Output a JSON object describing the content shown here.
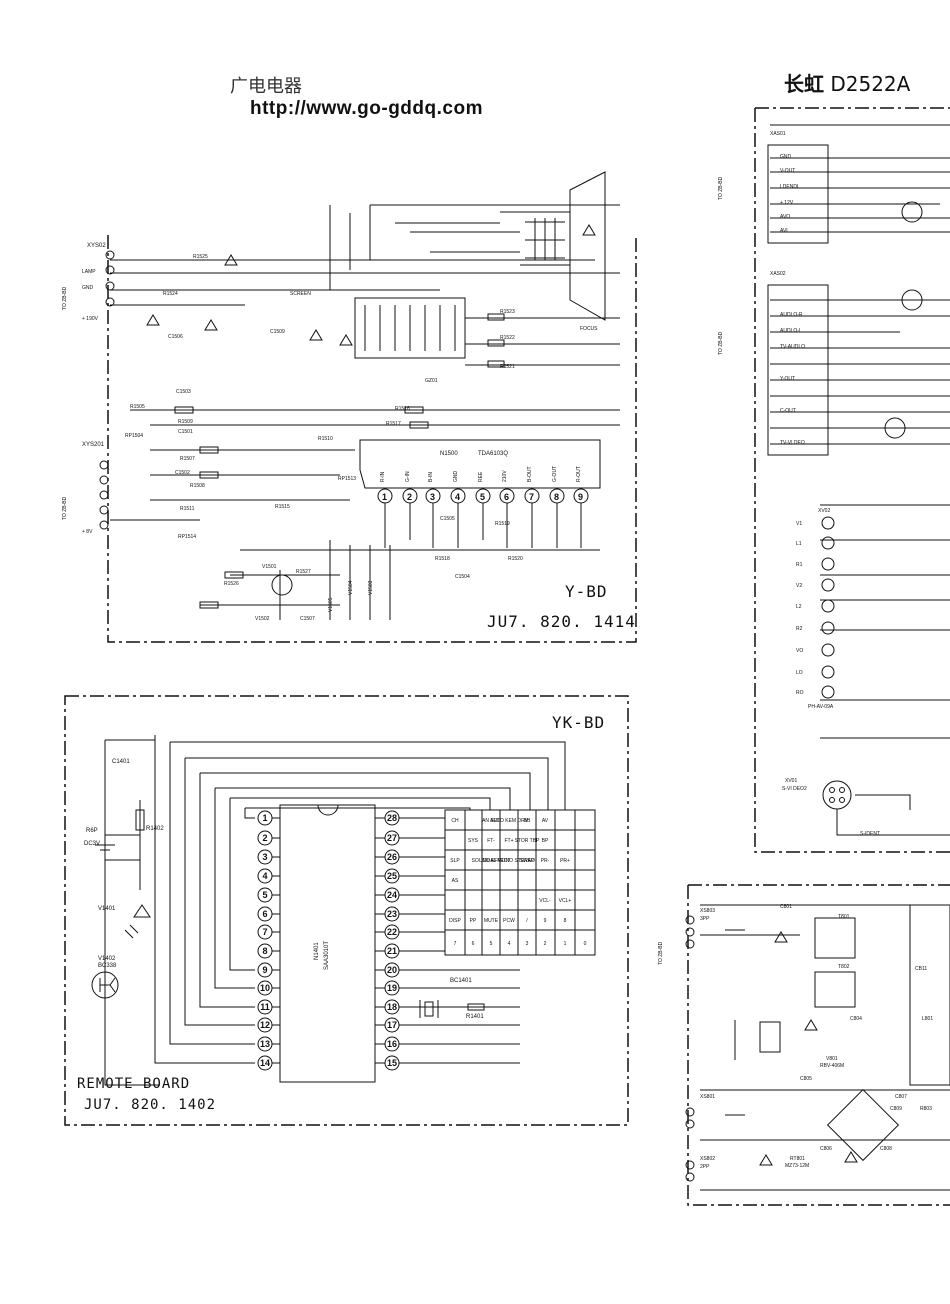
{
  "header": {
    "site_cn": "广电电器",
    "url": "http://www.go-gddq.com",
    "brand_cn": "长虹",
    "model": "D2522A"
  },
  "boards": {
    "y_bd": {
      "name": "Y-BD",
      "code": "JU7. 820. 1414",
      "ic_name": "N1500",
      "ic_part": "TDA6103Q",
      "connector_top": "XYS02",
      "connector_mid": "XYS201",
      "labels": [
        "LAMP",
        "GND",
        "+ 190V",
        "+ 8V",
        "SCREEN",
        "FOCUS",
        "R1525",
        "R1524",
        "C1506",
        "C1509",
        "GZ01",
        "R1523",
        "R1522",
        "R1521",
        "R1505",
        "C1503",
        "R1509",
        "C1501",
        "R1507",
        "RP1504",
        "C1502",
        "R1508",
        "R1511",
        "RP1514",
        "R1516",
        "R1517",
        "R1510",
        "RP1513",
        "R1515",
        "C1505",
        "R1519",
        "R1520",
        "R1518",
        "C1504",
        "V1501",
        "R1527",
        "R1526",
        "V1502",
        "C1507",
        "V1503",
        "V1504",
        "V1505"
      ],
      "ic_pins": [
        "R-IN",
        "G-IN",
        "B-IN",
        "GND",
        "REE",
        "210V",
        "B-OUT",
        "G-OUT",
        "R-OUT"
      ],
      "pin_numbers": [
        "1",
        "2",
        "3",
        "4",
        "5",
        "6",
        "7",
        "8",
        "9"
      ]
    },
    "yk_bd": {
      "name": "YK-BD",
      "title": "REMOTE BOARD",
      "code": "JU7. 820. 1402",
      "ic_name": "N1401",
      "ic_part": "SAA3010T",
      "left_pins": [
        "1",
        "2",
        "3",
        "4",
        "5",
        "6",
        "7",
        "8",
        "9",
        "10",
        "11",
        "12",
        "13",
        "14"
      ],
      "right_pins": [
        "28",
        "27",
        "26",
        "25",
        "24",
        "23",
        "22",
        "21",
        "20",
        "19",
        "18",
        "17",
        "16",
        "15"
      ],
      "components": [
        "C1401",
        "R1402",
        "R6P",
        "DC3V",
        "V1401",
        "V1402",
        "BC338",
        "BC1401",
        "R1401"
      ],
      "keypad": [
        [
          "CH",
          "",
          "AN SEL",
          "AUTO KEM DRV",
          "BB",
          "AV"
        ],
        [
          "",
          "SYS",
          "FT-",
          "FT+",
          "STOR TBP",
          "BP"
        ],
        [
          "SLP",
          "",
          "SOUND EFFECT",
          "DUAL MONO STEREO",
          "SWAP",
          "PR-",
          "PR+"
        ],
        [
          "AS",
          "",
          "",
          "",
          "",
          "",
          ""
        ],
        [
          "",
          "",
          "",
          "",
          "",
          "VCL-",
          "VCL+"
        ],
        [
          "DISP",
          "PP",
          "MUTE",
          "PCW",
          "/",
          "9",
          "8"
        ],
        [
          "7",
          "6",
          "5",
          "4",
          "3",
          "2",
          "1",
          "0"
        ]
      ]
    },
    "av_bd": {
      "connectors": [
        "XAS01",
        "XAS02",
        "XV02",
        "XV01"
      ],
      "labels": [
        "GND",
        "V-OUT",
        "I DENDI",
        "+ 12V",
        "AVO",
        "AVI",
        "AUDI O-R",
        "AUDI O-L",
        "TV-AUDI O",
        "Y-OUT",
        "C-OUT",
        "TV-VI DEO",
        "S-VI DEO2",
        "S-IDENT",
        "PH-AV-09A"
      ],
      "jacks": [
        "V1",
        "L1",
        "R1",
        "V2",
        "L2",
        "R2",
        "VO",
        "LO",
        "RO"
      ]
    },
    "power_bd": {
      "labels": [
        "XS803",
        "3PP",
        "XS801",
        "XS802",
        "2PP",
        "C801",
        "T801",
        "T802",
        "C804",
        "C805",
        "C806",
        "C807",
        "C808",
        "C809",
        "V801",
        "RBV-406M",
        "L801",
        "R803",
        "RT801",
        "MZ73-12M",
        "CB11"
      ]
    }
  },
  "side_text": {
    "to_zb_bd": "TO ZB-BD"
  }
}
